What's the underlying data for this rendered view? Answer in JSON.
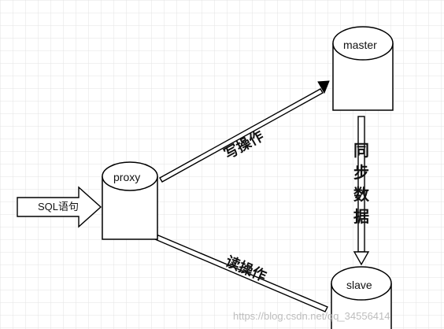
{
  "nodes": {
    "proxy": "proxy",
    "master": "master",
    "slave": "slave"
  },
  "edges": {
    "input": "SQL语句",
    "write": "写操作",
    "read": "读操作",
    "sync": [
      "同",
      "步",
      "数",
      "据"
    ]
  },
  "watermark": "https://blog.csdn.net/qq_34556414",
  "colors": {
    "grid": "#e3e3e3",
    "stroke": "#000000",
    "fill": "#ffffff"
  }
}
